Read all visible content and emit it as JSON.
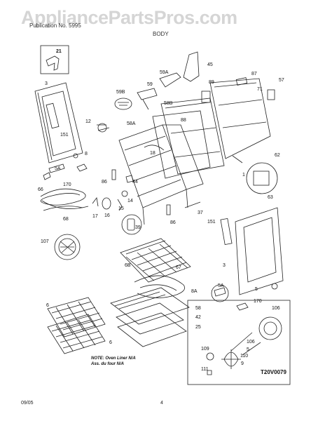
{
  "watermark": "AppliancePartsPros.com",
  "header": {
    "left": "Publication No. 5995",
    "section": "BODY"
  },
  "labels": {
    "l21": "21",
    "l3a": "3",
    "l151a": "151",
    "l8a": "8",
    "l5a": "5A",
    "l170a": "170",
    "l66": "66",
    "l68": "68",
    "l107": "107",
    "l45": "45",
    "l59a": "59A",
    "l59": "59",
    "l59b": "59B",
    "l89": "89",
    "l87": "87",
    "l71": "71",
    "l57": "57",
    "l58b": "58B",
    "l12": "12",
    "l58a": "58A",
    "l88": "88",
    "l18": "18",
    "l62": "62",
    "l1": "1",
    "l63": "63",
    "l86a": "86",
    "l44": "44",
    "l14": "14",
    "l15": "15",
    "l16": "16",
    "l17": "17",
    "l39": "39",
    "l86b": "86",
    "l37": "37",
    "l151b": "151",
    "l3b": "3",
    "l6b": "6B",
    "l67": "67",
    "l8b": "8A",
    "l5b": "5A",
    "l5c": "5",
    "l170b": "170",
    "l58c": "58",
    "l42": "42",
    "l25": "25",
    "l6a": "6",
    "l6c": "6",
    "l106a": "106",
    "l106b": "106",
    "l109": "109",
    "l5d": "5",
    "l110": "110",
    "l111": "111",
    "l9": "9"
  },
  "note": {
    "line1": "NOTE: Oven Liner N/A",
    "line2": "Ass. du four N/A"
  },
  "diagram_code": "T20V0079",
  "footer": {
    "date": "09/05",
    "page": "4"
  }
}
